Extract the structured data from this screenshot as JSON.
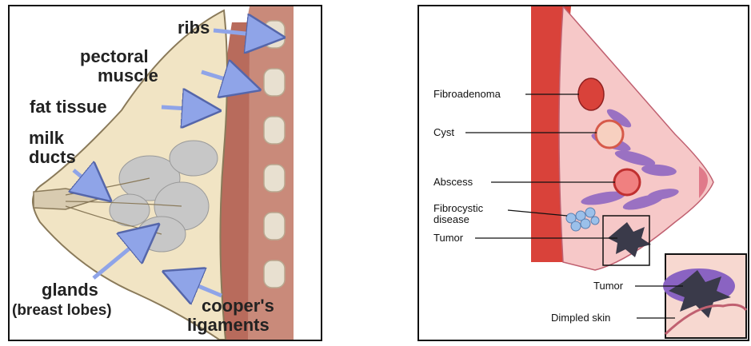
{
  "left_panel": {
    "labels": {
      "ribs": "ribs",
      "pectoral_line1": "pectoral",
      "pectoral_line2": "muscle",
      "fat_tissue": "fat tissue",
      "milk_line1": "milk",
      "milk_line2": "ducts",
      "glands_line1": "glands",
      "glands_line2": "(breast lobes)",
      "cooper_line1": "cooper's",
      "cooper_line2": "ligaments"
    },
    "colors": {
      "arrow": "#8fa4e8",
      "muscle": "#b86b5c",
      "fat": "#f1e4c4",
      "gland": "#bfbfbf",
      "rib": "#e8e0d0"
    }
  },
  "right_panel": {
    "labels": {
      "fibroadenoma": "Fibroadenoma",
      "cyst": "Cyst",
      "abscess": "Abscess",
      "fibrocystic_line1": "Fibrocystic",
      "fibrocystic_line2": "disease",
      "tumor": "Tumor",
      "inset_tumor": "Tumor",
      "dimpled_skin": "Dimpled skin"
    },
    "colors": {
      "muscle": "#d9423a",
      "tissue": "#f3b8b8",
      "lobule": "#8a63c2",
      "tumor": "#3a3a4a"
    }
  }
}
